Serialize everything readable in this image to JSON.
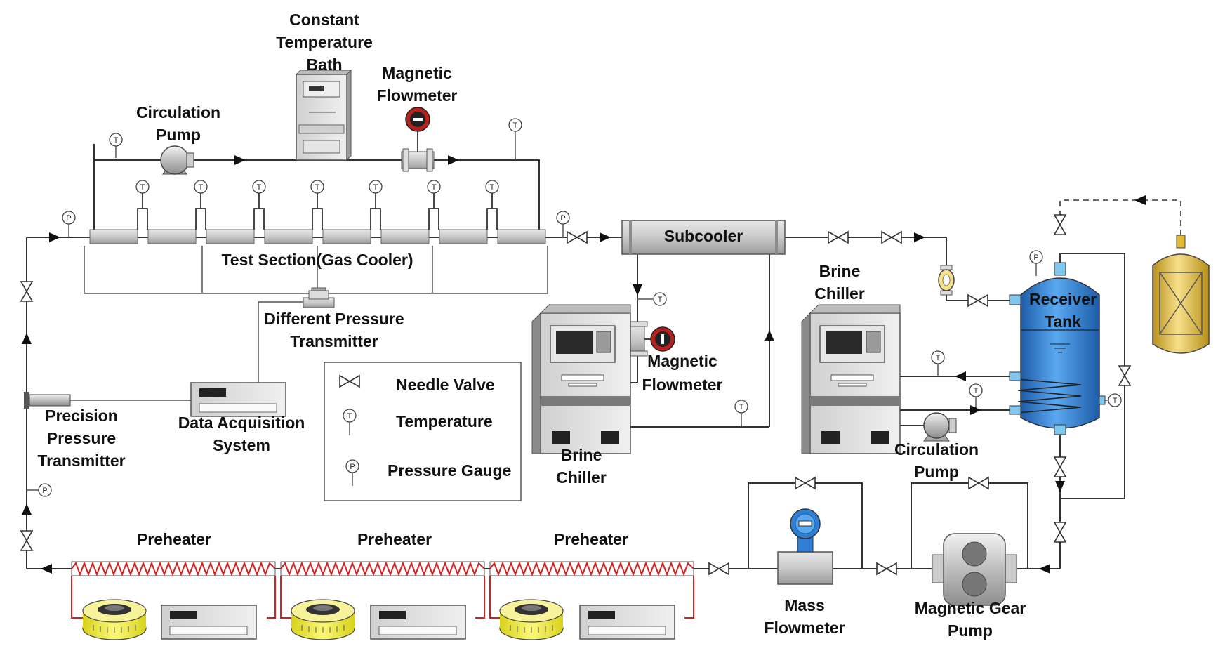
{
  "labels": {
    "constant_temperature_bath": [
      "Constant",
      "Temperature",
      "Bath"
    ],
    "magnetic_flowmeter_top": [
      "Magnetic",
      "Flowmeter"
    ],
    "circulation_pump_top": [
      "Circulation",
      "Pump"
    ],
    "test_section": "Test Section(Gas Cooler)",
    "different_pressure_transmitter": [
      "Different Pressure",
      "Transmitter"
    ],
    "subcooler": "Subcooler",
    "brine_chiller_left": [
      "Brine",
      "Chiller"
    ],
    "magnetic_flowmeter_mid": [
      "Magnetic",
      "Flowmeter"
    ],
    "brine_chiller_right": [
      "Brine",
      "Chiller"
    ],
    "receiver_tank": [
      "Receiver",
      "Tank"
    ],
    "circulation_pump_right": [
      "Circulation",
      "Pump"
    ],
    "precision_pressure_transmitter": [
      "Precision",
      "Pressure",
      "Transmitter"
    ],
    "data_acquisition_system": [
      "Data Acquisition",
      "System"
    ],
    "preheater_1": "Preheater",
    "preheater_2": "Preheater",
    "preheater_3": "Preheater",
    "mass_flowmeter": [
      "Mass",
      "Flowmeter"
    ],
    "magnetic_gear_pump": [
      "Magnetic Gear",
      "Pump"
    ]
  },
  "legend": {
    "needle_valve": "Needle Valve",
    "temperature": "Temperature",
    "pressure_gauge": "Pressure Gauge"
  },
  "sensor_symbols": {
    "temperature": "T",
    "pressure": "P"
  },
  "colors": {
    "pipe": "#333333",
    "heater_wire": "#d62020",
    "receiver_tank": "#3a7fd0",
    "cylinder": "#e0b830",
    "heater_ring": "#f2ef3c",
    "flowmeter_blue": "#2f7fd4"
  }
}
